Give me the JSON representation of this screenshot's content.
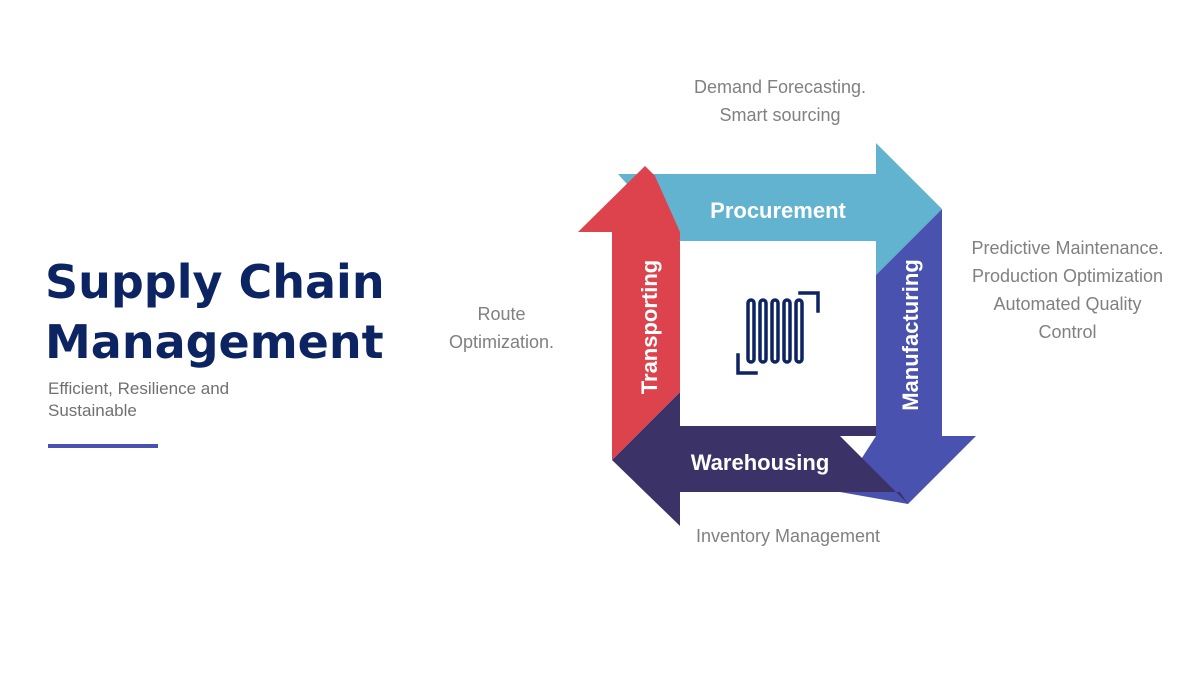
{
  "title": [
    "Supply Chain",
    "Management"
  ],
  "subtitle": "Efficient, Resilience and Sustainable",
  "colors": {
    "title": "#0d2463",
    "procurement": "#62b3cf",
    "manufacturing": "#4a52b0",
    "warehousing": "#3b3368",
    "transporting": "#dd434c",
    "divider": "#4a52b0",
    "notes": "#808080"
  },
  "cycle": {
    "procurement": "Procurement",
    "manufacturing": "Manufacturing",
    "warehousing": "Warehousing",
    "transporting": "Transporting"
  },
  "center_icon": "barcode-scan-icon",
  "notes": {
    "procurement": [
      "Demand Forecasting.",
      "Smart sourcing"
    ],
    "manufacturing": [
      "Predictive Maintenance.",
      "Production Optimization",
      "Automated Quality",
      "Control"
    ],
    "transporting": [
      "Route",
      "Optimization."
    ],
    "warehousing": [
      "Inventory Management"
    ]
  }
}
